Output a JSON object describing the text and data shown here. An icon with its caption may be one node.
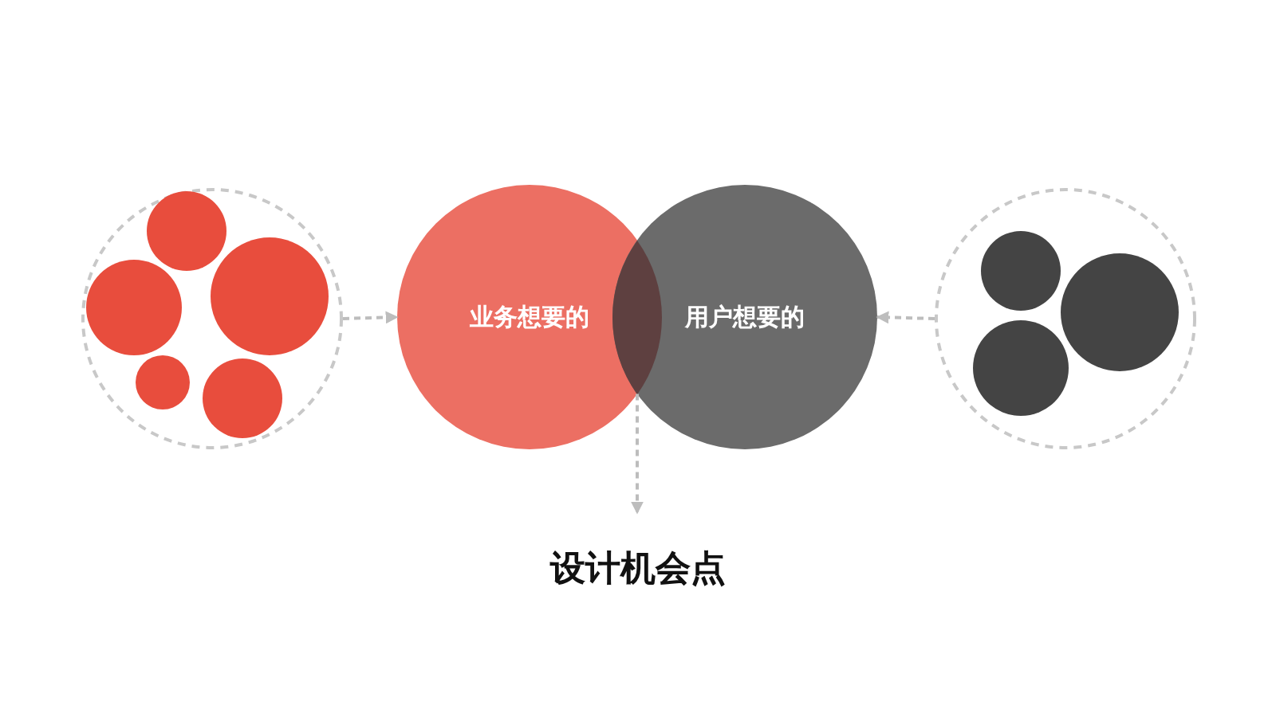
{
  "diagram": {
    "nodes": [
      {
        "text": [],
        "shape": "circle"
      },
      {
        "text": [
          "业务想要的"
        ]
      },
      {
        "text": [],
        "shape": "lens"
      },
      {
        "text": [
          "用户想要的"
        ]
      },
      {
        "text": [],
        "shape": "circle"
      },
      {
        "text": [
          "设计机会点"
        ]
      }
    ],
    "edges": [
      {
        "from": 0,
        "to": 1,
        "arrow": "to",
        "style": "dashed"
      },
      {
        "from": 4,
        "to": 3,
        "arrow": "to",
        "style": "dashed"
      },
      {
        "from": 2,
        "to": 5,
        "arrow": "to",
        "style": "dashed"
      }
    ]
  }
}
